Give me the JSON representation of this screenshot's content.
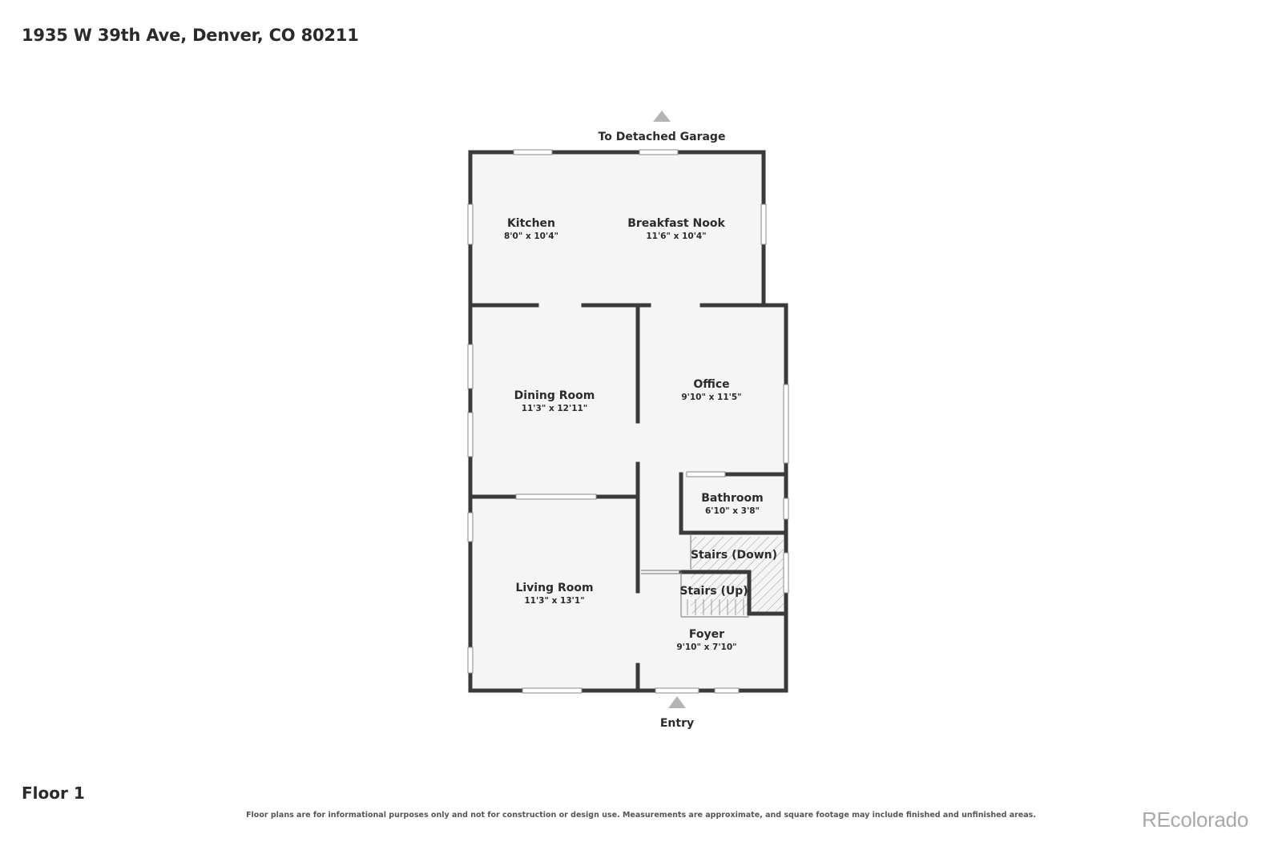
{
  "header": {
    "address": "1935 W 39th Ave, Denver, CO 80211"
  },
  "markers": {
    "top_label": "To Detached Garage",
    "bottom_label": "Entry"
  },
  "rooms": [
    {
      "name": "Kitchen",
      "dims": "8'0\" x 10'4\""
    },
    {
      "name": "Breakfast Nook",
      "dims": "11'6\" x 10'4\""
    },
    {
      "name": "Dining Room",
      "dims": "11'3\" x 12'11\""
    },
    {
      "name": "Office",
      "dims": "9'10\" x 11'5\""
    },
    {
      "name": "Bathroom",
      "dims": "6'10\" x 3'8\""
    },
    {
      "name": "Stairs (Down)"
    },
    {
      "name": "Stairs (Up)"
    },
    {
      "name": "Living Room",
      "dims": "11'3\" x 13'1\""
    },
    {
      "name": "Foyer",
      "dims": "9'10\" x 7'10\""
    }
  ],
  "footer": {
    "floor": "Floor 1",
    "disclaimer": "Floor plans are for informational purposes only and not for construction or design use. Measurements are approximate, and square footage may include finished and unfinished areas.",
    "brand": "REcolorado"
  },
  "colors": {
    "wall": "#3a3a3a",
    "floor": "#f5f5f5",
    "marker": "#b5b5b5"
  }
}
